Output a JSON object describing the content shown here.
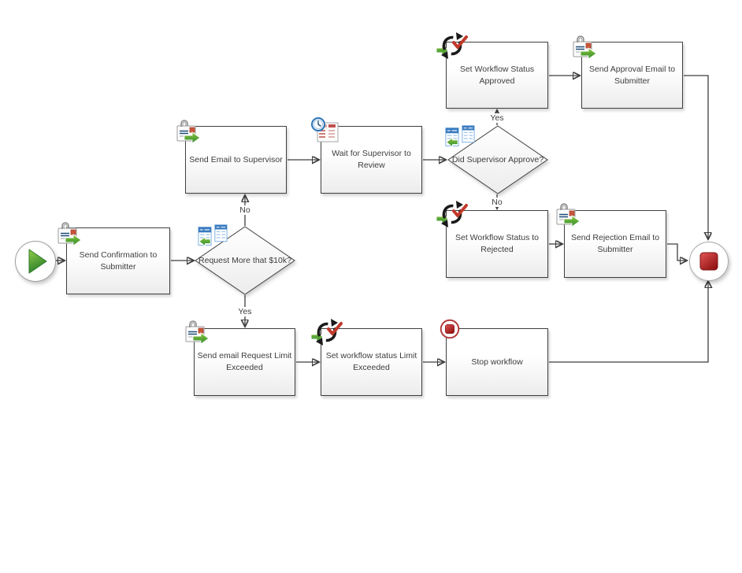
{
  "nodes": {
    "send_confirmation": {
      "label": "Send Confirmation to Submitter"
    },
    "request_more": {
      "label": "Request More that $10k?"
    },
    "send_email_supervisor": {
      "label": "Send Email to Supervisor"
    },
    "wait_review": {
      "label": "Wait for Supervisor to Review"
    },
    "did_approve": {
      "label": "Did Supervisor Approve?"
    },
    "set_status_approved": {
      "label": "Set Workflow Status Approved"
    },
    "send_approval_email": {
      "label": "Send Approval Email to Submitter"
    },
    "set_status_rejected": {
      "label": "Set Workflow Status to Rejected"
    },
    "send_rejection_email": {
      "label": "Send Rejection Email to Submitter"
    },
    "send_limit_email": {
      "label": "Send email Request Limit Exceeded"
    },
    "set_status_limit": {
      "label": "Set workflow status Limit Exceeded"
    },
    "stop_workflow": {
      "label": "Stop workflow"
    }
  },
  "edge_labels": {
    "request_more_no": "No",
    "request_more_yes": "Yes",
    "did_approve_yes": "Yes",
    "did_approve_no": "No"
  },
  "icons": {
    "start": "play-icon",
    "end": "stop-square-icon",
    "email": "send-email-icon",
    "condition": "table-compare-icon",
    "wait": "clock-form-icon",
    "set_status": "refresh-check-icon",
    "stop": "stop-circle-icon"
  },
  "colors": {
    "line": "#3f3f3f",
    "box_border": "#3f3f3f",
    "box_fill_bottom": "#ececec",
    "green_accent": "#3f9c35",
    "red_accent": "#b22222",
    "blue_accent": "#2e75b6",
    "text": "#3d3d3d"
  }
}
